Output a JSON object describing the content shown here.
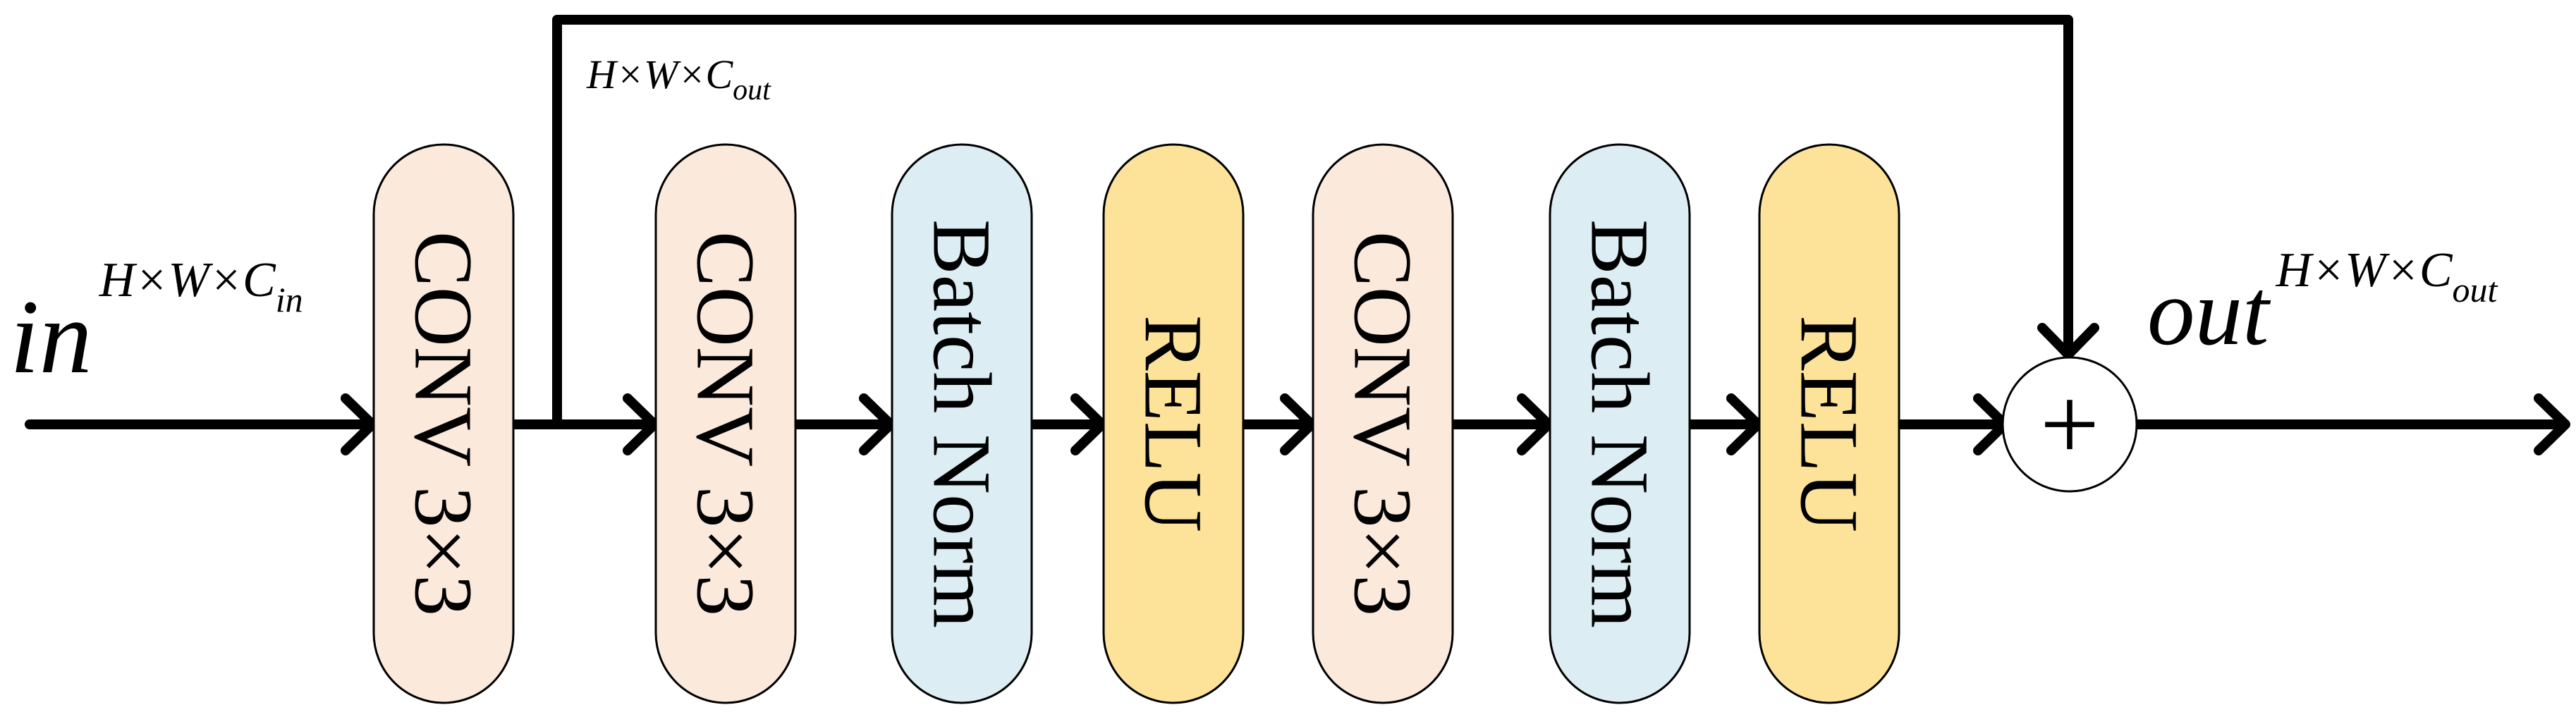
{
  "colors": {
    "conv": "#FBE9DC",
    "batchnorm": "#DCEEF4",
    "relu": "#FDE39A",
    "stroke": "#000000"
  },
  "input": {
    "base": "in",
    "superscript": "H×W×C",
    "subscript": "in"
  },
  "output": {
    "base": "out",
    "superscript": "H×W×C",
    "subscript": "out"
  },
  "skip_label": {
    "text": "H×W×C",
    "subscript": "out"
  },
  "blocks": [
    {
      "label": "CONV 3×3",
      "kind": "conv"
    },
    {
      "label": "CONV 3×3",
      "kind": "conv"
    },
    {
      "label": "Batch Norm",
      "kind": "batchnorm"
    },
    {
      "label": "RELU",
      "kind": "relu"
    },
    {
      "label": "CONV 3×3",
      "kind": "conv"
    },
    {
      "label": "Batch Norm",
      "kind": "batchnorm"
    },
    {
      "label": "RELU",
      "kind": "relu"
    }
  ],
  "sum_node": {
    "symbol": "+"
  }
}
